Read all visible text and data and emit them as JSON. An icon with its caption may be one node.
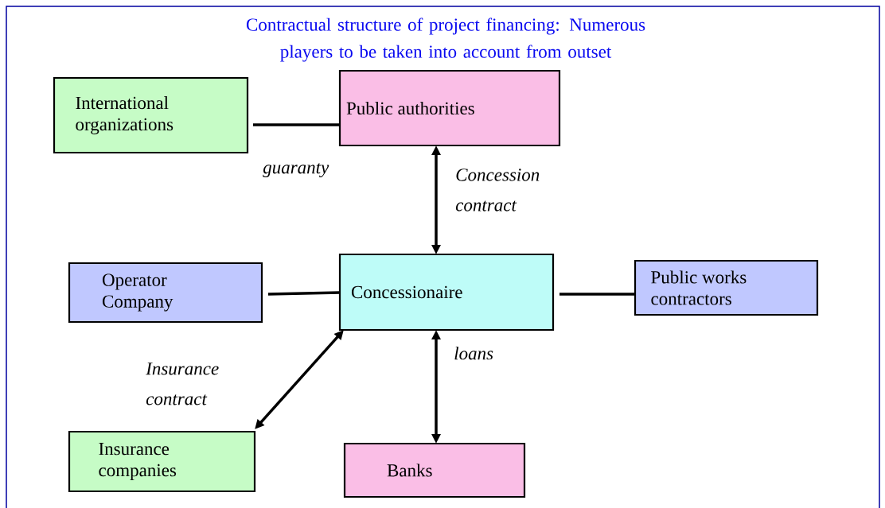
{
  "diagram": {
    "title": "Contractual structure of project financing: Numerous players to be taken into account from outset",
    "nodes": [
      {
        "text": [
          "International organizations"
        ]
      },
      {
        "text": [
          "Public authorities"
        ]
      },
      {
        "text": [
          "Operator Company"
        ]
      },
      {
        "text": [
          "Concessionaire"
        ]
      },
      {
        "text": [
          "Public works contractors"
        ]
      },
      {
        "text": [
          "Insurance companies"
        ]
      },
      {
        "text": [
          "Banks"
        ]
      }
    ],
    "edges": [
      {
        "from": 0,
        "to": 1,
        "arrow": "none",
        "label": "guaranty"
      },
      {
        "from": 1,
        "to": 3,
        "arrow": "both",
        "label": "Concession contract"
      },
      {
        "from": 2,
        "to": 3,
        "arrow": "none"
      },
      {
        "from": 3,
        "to": 4,
        "arrow": "none"
      },
      {
        "from": 3,
        "to": 5,
        "arrow": "both",
        "label": "Insurance contract"
      },
      {
        "from": 3,
        "to": 6,
        "arrow": "both",
        "label": "loans"
      }
    ]
  }
}
